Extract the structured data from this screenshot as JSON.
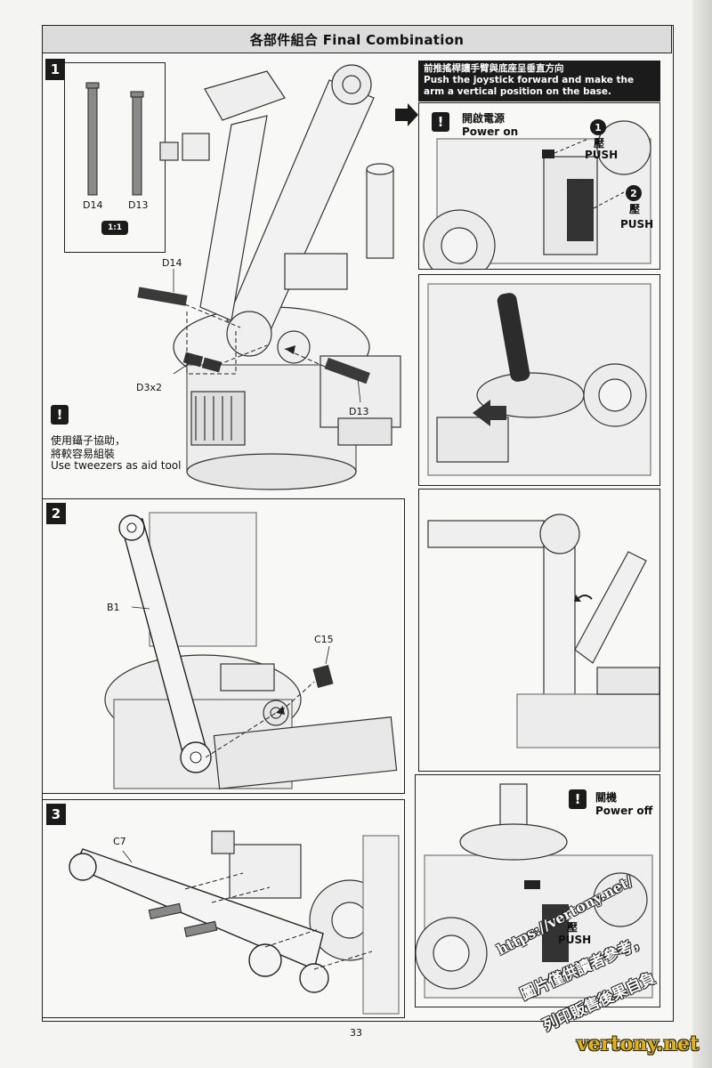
{
  "header": {
    "title": "各部件組合 Final Combination"
  },
  "steps": [
    {
      "number": "1"
    },
    {
      "number": "2"
    },
    {
      "number": "3"
    }
  ],
  "step1": {
    "parts_box": {
      "left_label": "D14",
      "right_label": "D13",
      "scale": "1:1"
    },
    "callouts": {
      "d14": "D14",
      "d3": "D3x2",
      "d13": "D13"
    },
    "tip": {
      "zh_line1": "使用鑷子協助，",
      "zh_line2": "將較容易組裝",
      "en": "Use tweezers as aid tool"
    }
  },
  "step2": {
    "callouts": {
      "b1": "B1",
      "c15": "C15"
    }
  },
  "step3": {
    "callouts": {
      "c7": "C7"
    }
  },
  "side": {
    "note": {
      "zh": "前推搖桿讓手臂與底座呈垂直方向",
      "en": "Push the joystick forward and make the arm a vertical position on the base."
    },
    "power_on": {
      "zh": "開啟電源",
      "en": "Power on"
    },
    "press1": {
      "num": "1",
      "zh": "壓",
      "en": "PUSH"
    },
    "press2": {
      "num": "2",
      "zh": "壓",
      "en": "PUSH"
    },
    "power_off": {
      "zh": "關機",
      "en": "Power off"
    },
    "press3": {
      "zh": "壓",
      "en": "PUSH"
    }
  },
  "page_number": "33",
  "watermark": {
    "url": "https://vertony.net/",
    "line1": "圖片僅供讀者參考，",
    "line2": "列印販售後果自負",
    "site": "vertony.net"
  }
}
